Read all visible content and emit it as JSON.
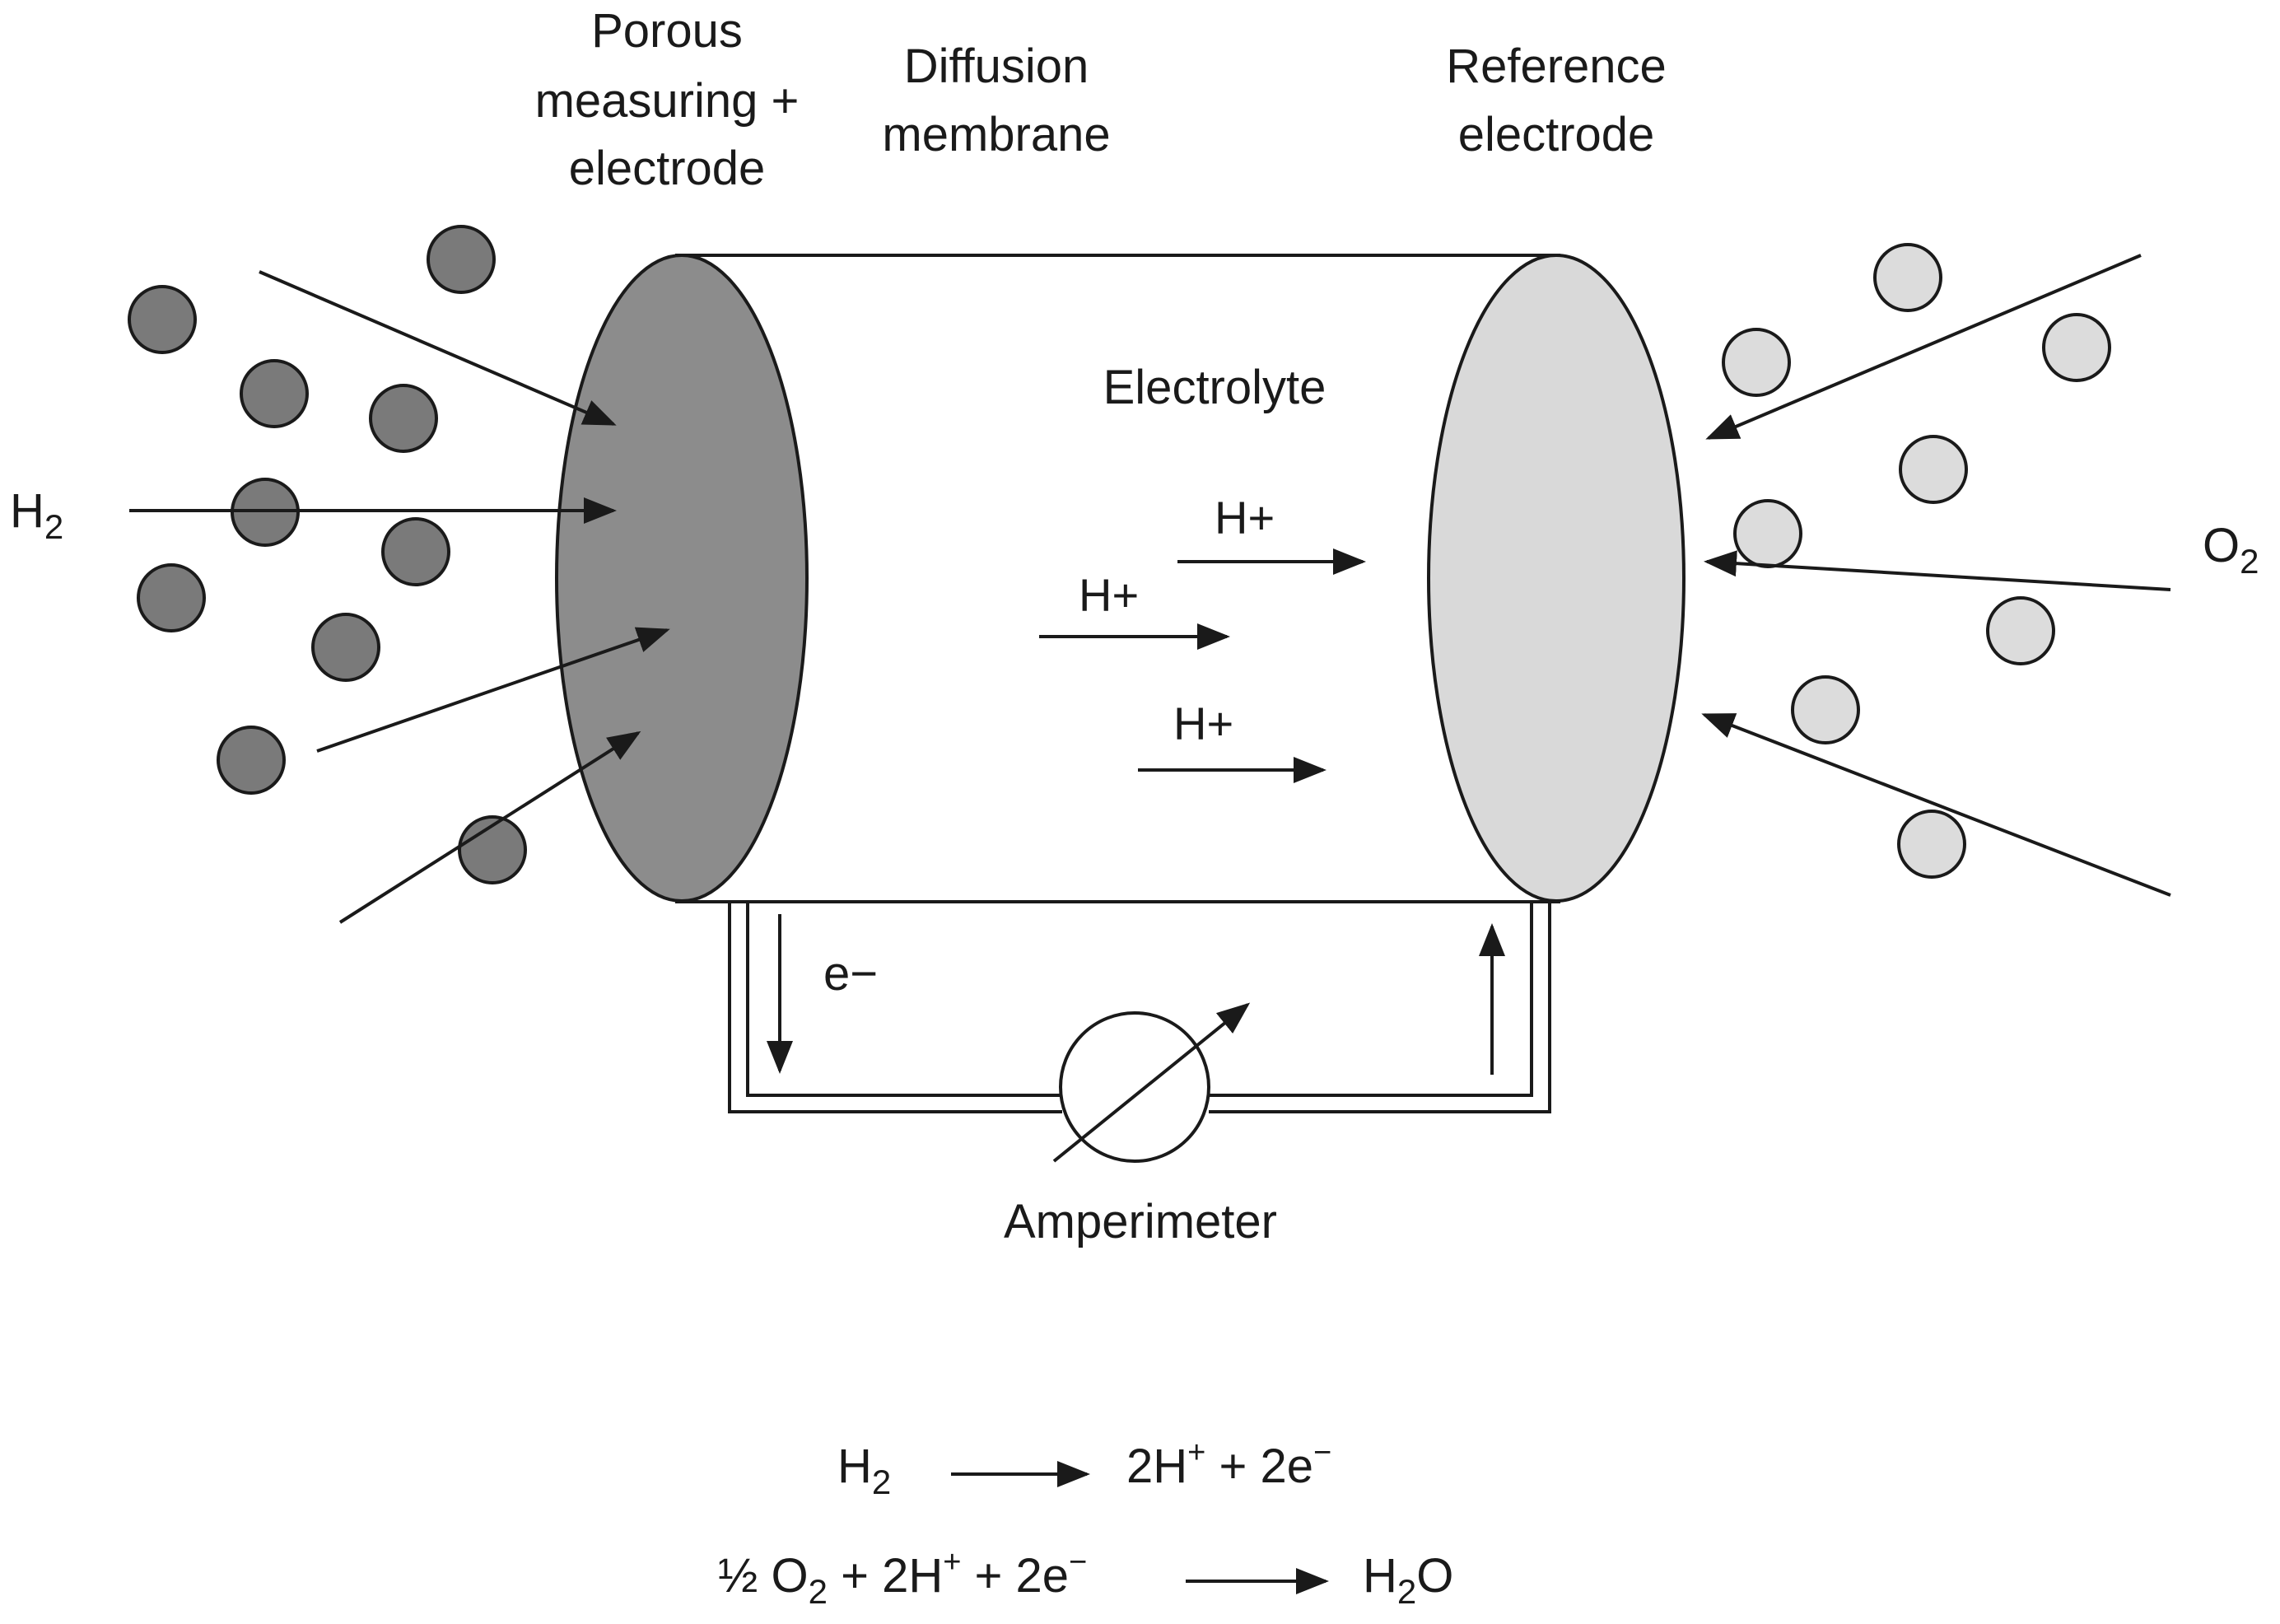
{
  "labels": {
    "porous_line1": "Porous",
    "porous_line2": "measuring +",
    "porous_line3": "electrode",
    "diffusion_line1": "Diffusion",
    "diffusion_line2": "membrane",
    "reference_line1": "Reference",
    "reference_line2": "electrode",
    "electrolyte": "Electrolyte",
    "h2_base": "H",
    "h2_sub": "2",
    "o2_base": "O",
    "o2_sub": "2",
    "hplus": "H+",
    "electron": "e−",
    "amperimeter": "Amperimeter"
  },
  "equations": {
    "eq1": {
      "reactant_base": "H",
      "reactant_sub": "2",
      "product_2h": "2H",
      "sup_plus": "+",
      "plus": " + ",
      "product_2e": "2e",
      "sup_minus": "−"
    },
    "eq2": {
      "half": "½ O",
      "o_sub": "2",
      "plus_2h": " + 2H",
      "sup_plus": "+",
      "plus_2e": " + 2e",
      "sup_minus": "−",
      "water_h": "H",
      "water_sub": "2",
      "water_o": "O"
    }
  },
  "colors": {
    "h2_molecule": "#7a7a7a",
    "o2_molecule": "#dcdcdc",
    "measuring_electrode": "#8c8c8c",
    "reference_electrode": "#d9d9d9",
    "line": "#1a1a1a"
  }
}
